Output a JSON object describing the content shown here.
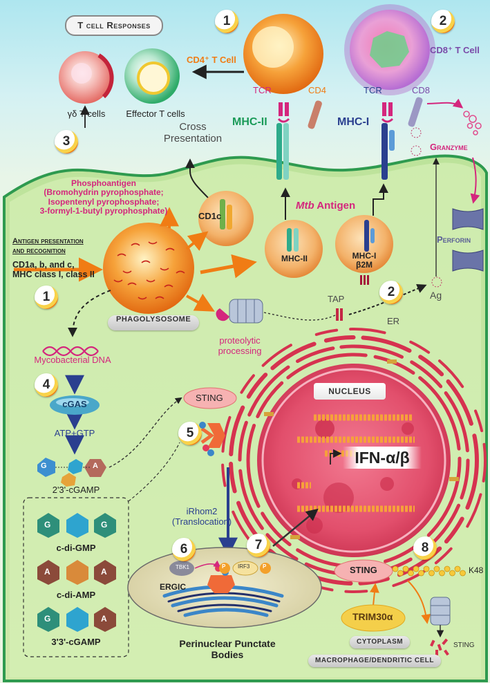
{
  "numbers": [
    "1",
    "2",
    "3",
    "1",
    "2",
    "4",
    "5",
    "6",
    "7",
    "8"
  ],
  "header": {
    "t_cell_responses": "T cell Responses",
    "gamma_delta": "γδ T cells",
    "effector": "Effector T cells",
    "cd4_tcell": "CD4⁺ T Cell",
    "cd8_tcell": "CD8⁺ T Cell",
    "tcr_left": "TCR",
    "cd4": "CD4",
    "tcr_right": "TCR",
    "cd8": "CD8",
    "mhc2_top": "MHC-II",
    "mhc1_top": "MHC-I",
    "granzyme": "Granzyme",
    "perforin": "Perforin",
    "cross_presentation": "Cross\nPresentation"
  },
  "left": {
    "phosphoantigen": "Phosphoantigen\n(Bromohydrin pyrophosphate;\nIsopentenyl pyrophosphate;\n3-formyl-1-butyl pyrophosphate)",
    "antigen_pres_1": "Antigen presentation",
    "antigen_pres_2": "and recognition",
    "cd1_list": "CD1a, b, and c,\nMHC class I, class II",
    "myco_dna": "Mycobacterial DNA",
    "cgas": "cGAS",
    "atp_gtp": "ATP+GTP",
    "cgamp": "2'3'-cGAMP",
    "c_di_gmp": "c-di-GMP",
    "c_di_amp": "c-di-AMP",
    "cgamp33": "3'3'-cGAMP",
    "g": "G",
    "a": "A"
  },
  "center": {
    "cd1c": "CD1c",
    "mtb_antigen": "Mtb Antigen",
    "mtb": "Mtb",
    "mhc2_vesicle": "MHC-II",
    "mhc1_vesicle": "MHC-I\nβ2M",
    "phagolysosome": "PHAGOLYSOSOME",
    "proteolytic": "proteolytic\nprocessing",
    "tap": "TAP",
    "ag": "Ag",
    "er": "ER",
    "nucleus": "NUCLEUS",
    "ifn": "IFN-α/β",
    "sting_upper": "STING",
    "irhom2": "iRhom2\n(Translocation)",
    "tbk1": "TBK1",
    "irf3": "IRF3",
    "p": "P",
    "ergic": "ERGIC",
    "punctate": "Perinuclear Punctate\nBodies"
  },
  "right": {
    "sting_lower": "STING",
    "k48": "K48",
    "trim30a": "TRIM30α",
    "cytoplasm": "CYTOPLASM",
    "macrophage": "MACROPHAGE/DENDRITIC CELL",
    "sting_small": "STING"
  }
}
